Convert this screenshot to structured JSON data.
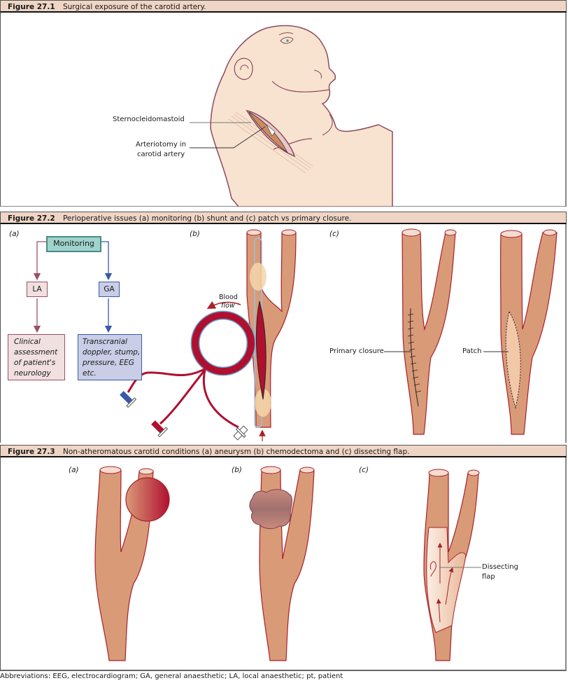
{
  "figures": [
    {
      "number": "Figure 27.1",
      "caption": "Surgical exposure of the carotid artery.",
      "labels": {
        "muscle": "Sternocleidomastoid",
        "arteriotomy_line1": "Arteriotomy in",
        "arteriotomy_line2": "carotid artery"
      }
    },
    {
      "number": "Figure 27.2",
      "caption": "Perioperative issues (a) monitoring (b) shunt and (c) patch vs primary closure.",
      "panels": {
        "a": {
          "letter": "(a)",
          "root": "Monitoring",
          "left_branch": "LA",
          "right_branch": "GA",
          "left_outcome": [
            "Clinical",
            "assessment",
            "of patient's",
            "neurology"
          ],
          "right_outcome": [
            "Transcranial",
            "doppler, stump,",
            "pressure, EEG",
            "etc."
          ]
        },
        "b": {
          "letter": "(b)",
          "flow_label_line1": "Blood",
          "flow_label_line2": "flow"
        },
        "c": {
          "letter": "(c)",
          "left_label": "Primary closure",
          "right_label": "Patch"
        }
      }
    },
    {
      "number": "Figure 27.3",
      "caption": "Non-atheromatous carotid conditions (a) aneurysm (b) chemodectoma and (c) dissecting flap.",
      "panels": {
        "a": {
          "letter": "(a)"
        },
        "b": {
          "letter": "(b)"
        },
        "c": {
          "letter": "(c)",
          "label_line1": "Dissecting",
          "label_line2": "flap"
        }
      }
    }
  ],
  "abbreviations": "Abbreviations:  EEG, electrocardiogram; GA, general anaesthetic; LA, local anaesthetic; pt, patient",
  "colors": {
    "caption_bg": "#efd5c5",
    "artery": "#d99a78",
    "artery_outline": "#a8202a",
    "skin": "#f7e3cf",
    "skin_outline": "#8c4a60",
    "la_box": "#f1e0e0",
    "ga_box": "#c9cde6",
    "monitor_box": "#9fd3cc",
    "blood": "#b01030"
  }
}
